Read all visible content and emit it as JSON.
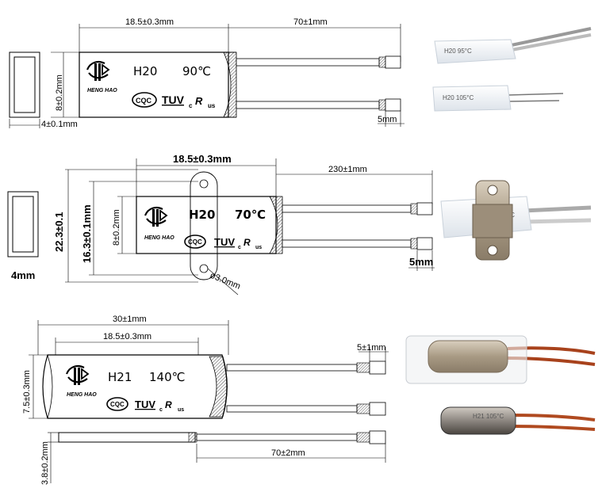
{
  "diagram1": {
    "body_length": "18.5±0.3mm",
    "lead_length": "70±1mm",
    "height": "8±0.2mm",
    "width": "4±0.1mm",
    "strip": "5mm",
    "model": "H20",
    "temp": "90℃",
    "brand": "HENG HAO",
    "cqc": "CQC",
    "tuv": "TUV",
    "c": "c",
    "ru": "R",
    "us": "us"
  },
  "diagram2": {
    "body_length": "18.5±0.3mm",
    "lead_length": "230±1mm",
    "height_total": "22.3±0.1",
    "height_mid": "16.3±0.1mm",
    "height": "8±0.2mm",
    "width": "4mm",
    "strip": "5mm",
    "hole": "ø3.0mm",
    "model": "H20",
    "temp": "70℃",
    "brand": "HENG HAO",
    "cqc": "CQC",
    "tuv": "TUV",
    "c": "c",
    "ru": "R",
    "us": "us"
  },
  "diagram3": {
    "total_length": "30±1mm",
    "body_length": "18.5±0.3mm",
    "strip": "5±1mm",
    "height": "7.5±0.3mm",
    "thickness": "3.8±0.2mm",
    "lead_length": "70±2mm",
    "model": "H21",
    "temp": "140℃",
    "brand": "HENG HAO",
    "cqc": "CQC",
    "tuv": "TUV",
    "c": "c",
    "ru": "R",
    "us": "us"
  },
  "photos": {
    "p1_text": "H20  95°C",
    "p2_text": "H20  105°C",
    "p3_text": "°C",
    "p5_text": "H21 105°C"
  },
  "colors": {
    "line": "#000000",
    "lead_gray": "#888888",
    "photo_white": "#f2f4f6",
    "wire_red": "#b5451b",
    "metal": "#b8ab96",
    "hatch": "#555555"
  }
}
